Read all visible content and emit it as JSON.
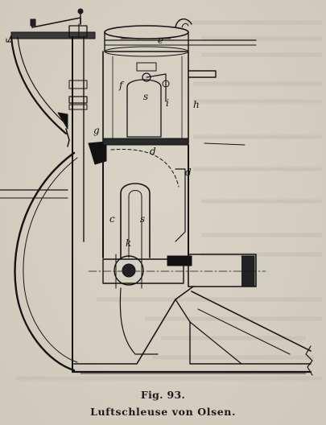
{
  "figure": {
    "labels": {
      "e": "e",
      "f": "f",
      "s_upper": "s",
      "i": "i",
      "h": "h",
      "g": "g",
      "d_upper": "d",
      "d_right": "d",
      "c": "c",
      "s_lower": "s",
      "k": "k"
    }
  },
  "caption": {
    "number": "Fig. 93.",
    "title": "Luftschleuse von Olsen."
  },
  "colors": {
    "paper": "#d4cfc2",
    "ink": "#1a1a1a"
  }
}
